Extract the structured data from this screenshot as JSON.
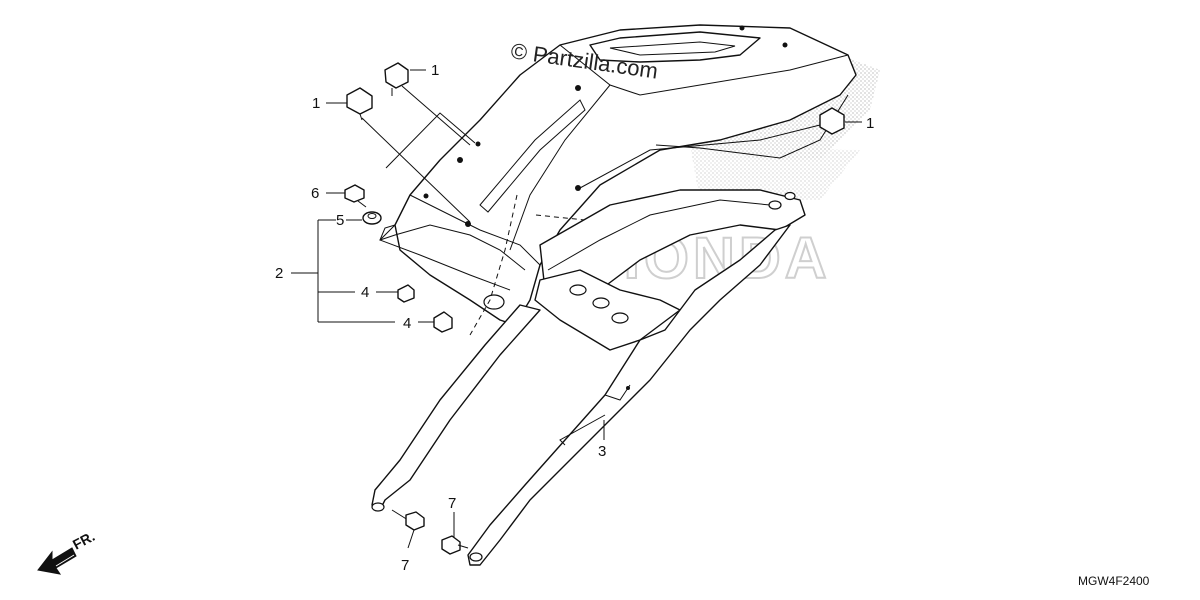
{
  "watermark": {
    "text": "© Partzilla.com",
    "brand": "HONDA"
  },
  "diagram_code": "MGW4F2400",
  "direction_label": "FR.",
  "callouts": [
    {
      "id": "c1a",
      "label": "1"
    },
    {
      "id": "c1b",
      "label": "1"
    },
    {
      "id": "c1c",
      "label": "1"
    },
    {
      "id": "c2",
      "label": "2"
    },
    {
      "id": "c3",
      "label": "3"
    },
    {
      "id": "c4a",
      "label": "4"
    },
    {
      "id": "c4b",
      "label": "4"
    },
    {
      "id": "c5",
      "label": "5"
    },
    {
      "id": "c6",
      "label": "6"
    },
    {
      "id": "c7a",
      "label": "7"
    },
    {
      "id": "c7b",
      "label": "7"
    }
  ]
}
